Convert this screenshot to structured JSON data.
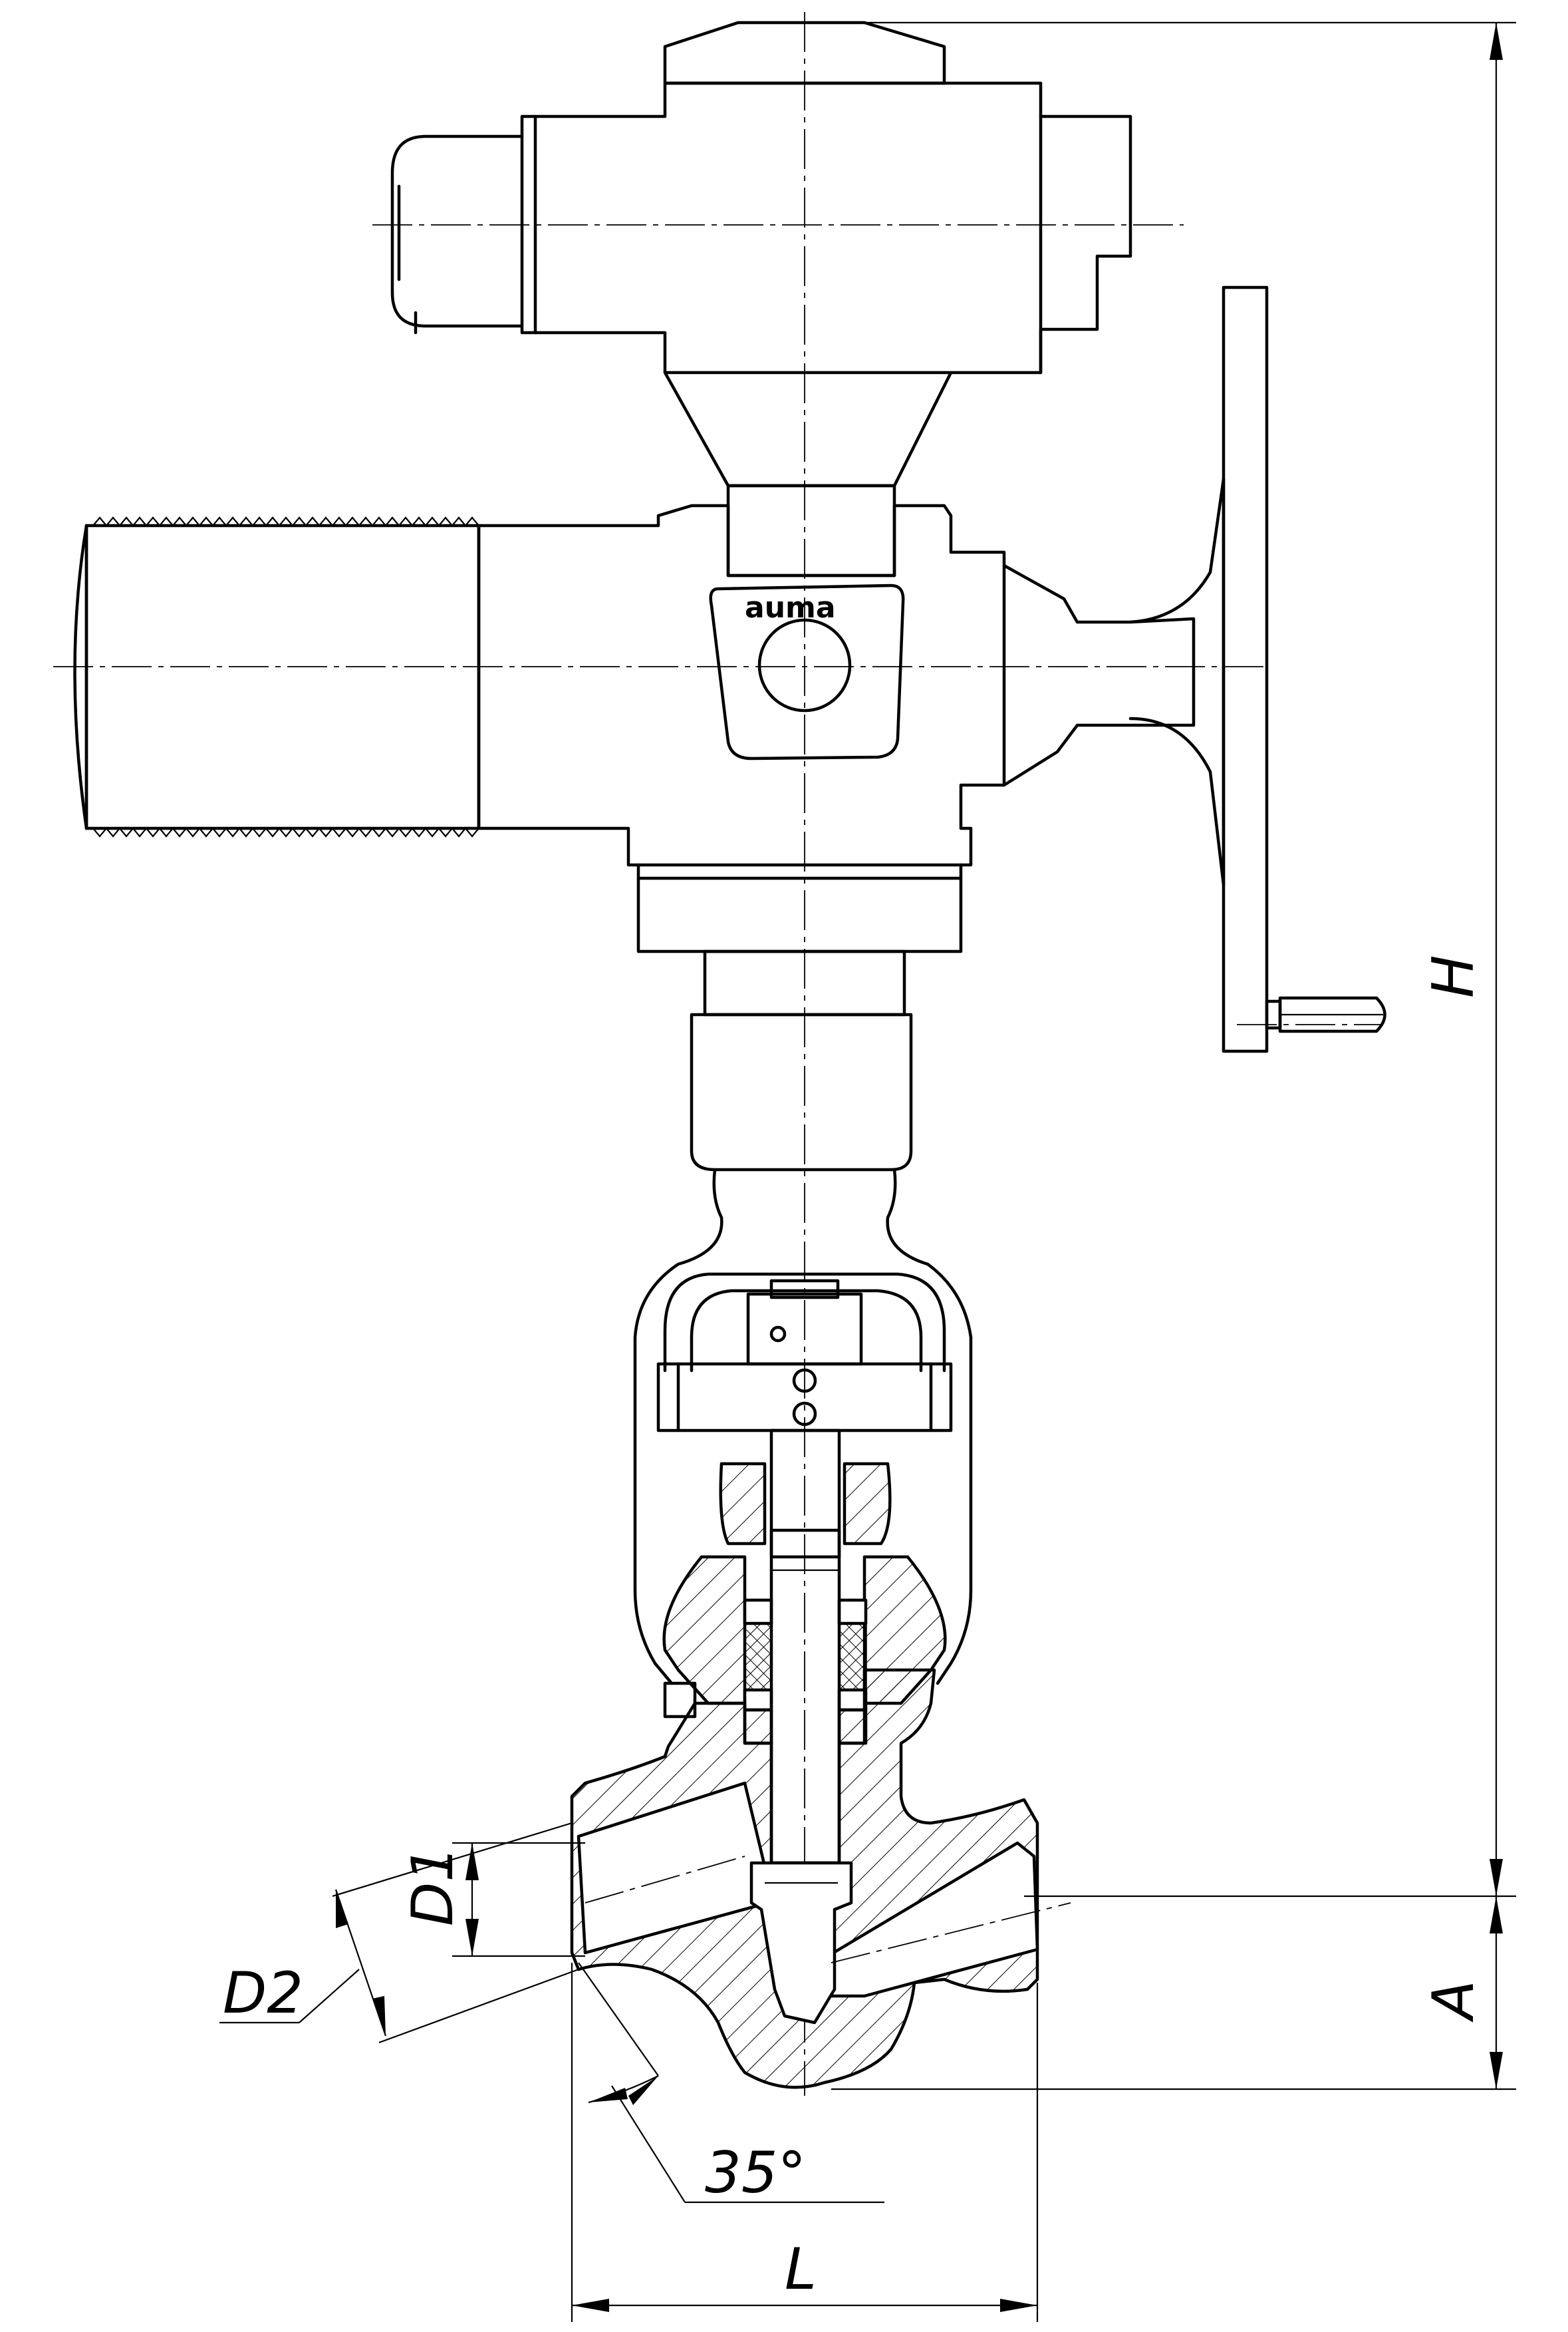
{
  "drawing": {
    "brand_label": "auma",
    "dimensions": {
      "overall_height": "H",
      "axis_height": "A",
      "length": "L",
      "bore_diameter": "D1",
      "outer_diameter": "D2",
      "bevel_angle": "35°"
    }
  },
  "colors": {
    "line": "#000000",
    "background": "#ffffff"
  }
}
